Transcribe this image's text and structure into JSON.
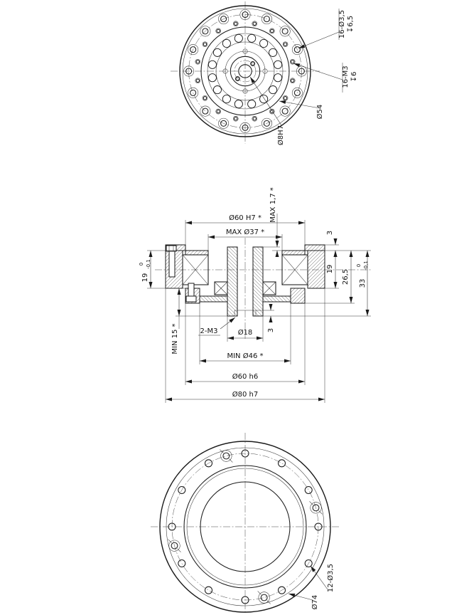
{
  "drawing": {
    "kind": "engineering-drawing",
    "views": {
      "top": {
        "callout_holes_cbore_line1": "16-Ø3,5",
        "callout_holes_cbore_line2": "↧6,5",
        "callout_holes_thread_line1": "16-M3",
        "callout_holes_thread_line2": "↧6",
        "callout_dia54": "Ø54",
        "callout_center_bore": "Ø8H7"
      },
      "section": {
        "dim_top_recess": "Ø60 H7 *",
        "dim_opening": "MAX Ø37 *",
        "dim_protrusion": "MAX 1,7 *",
        "dim_rim_height": "3",
        "dim_flange_depth": "19",
        "dim_spigot_depth": "26,5",
        "dim_overall": {
          "value": "33",
          "tol_upper": "0",
          "tol_lower": "-0,1"
        },
        "dim_hub_height": {
          "value": "19",
          "tol_upper": "0",
          "tol_lower": "-0,1"
        },
        "dim_min_clearance": "MIN 15 *",
        "callout_thread": "2-M3",
        "dim_hub_od": "Ø18",
        "dim_step": "3",
        "dim_min_bore": "MIN Ø46 *",
        "dim_spigot_od": "Ø60 h6",
        "dim_flange_od": "Ø80 h7"
      },
      "bottom": {
        "callout_holes": "12-Ø3,5",
        "callout_dia74": "Ø74"
      }
    }
  }
}
